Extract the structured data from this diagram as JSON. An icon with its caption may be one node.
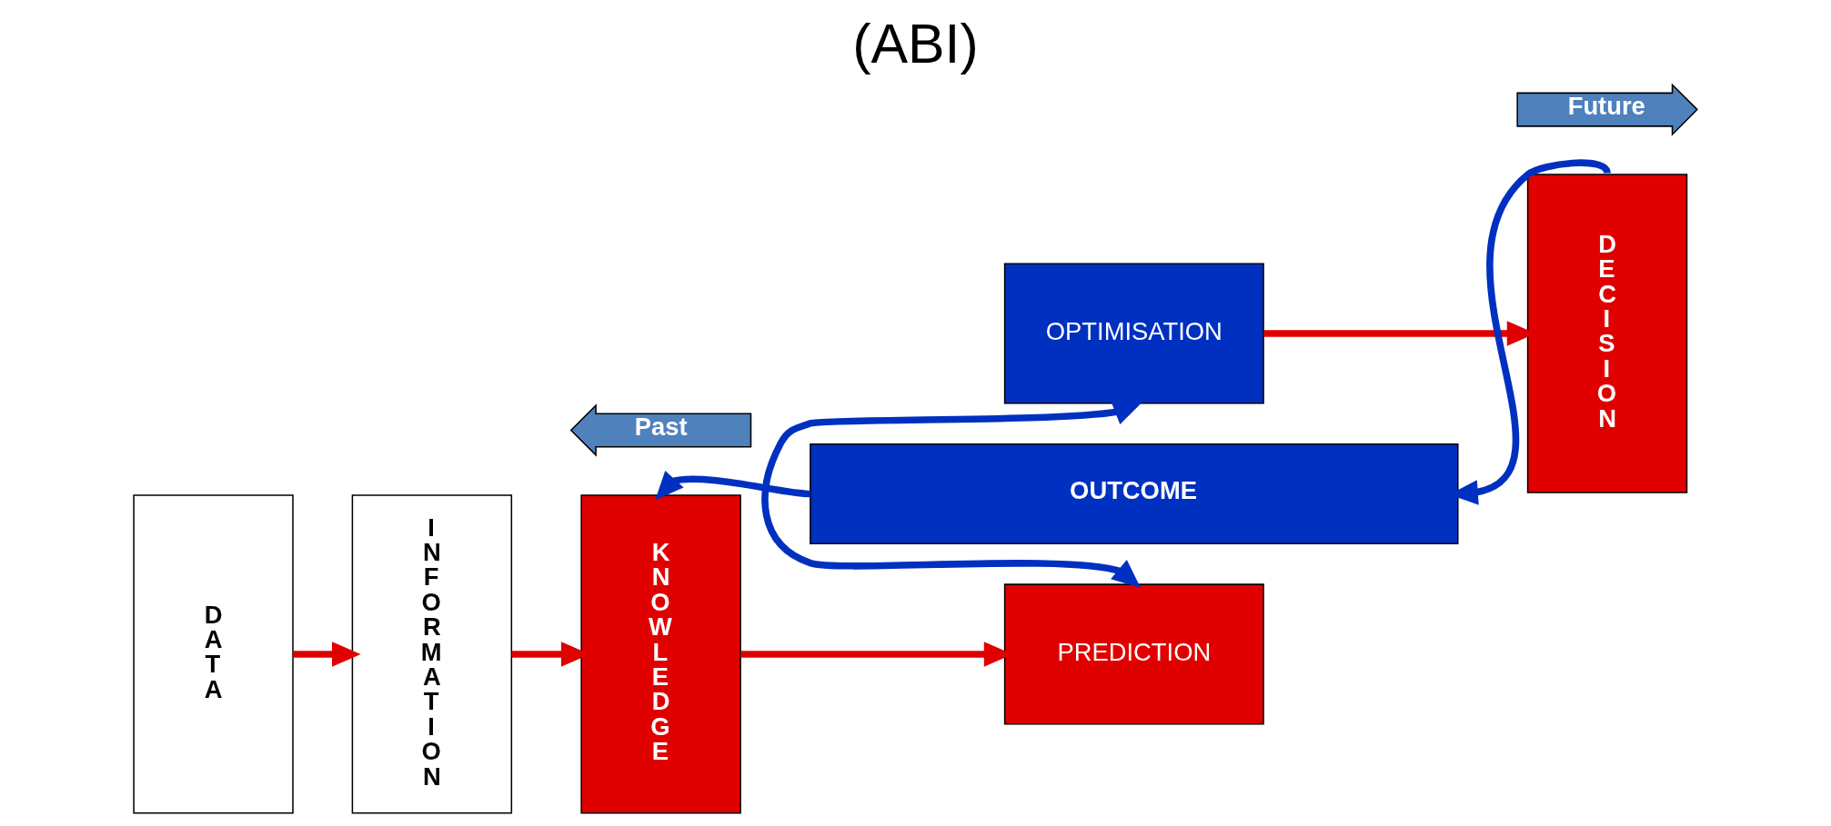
{
  "diagram": {
    "title": "(ABI)",
    "nodes": [
      {
        "text": [
          "DATA"
        ]
      },
      {
        "text": [
          "INFORMATION"
        ]
      },
      {
        "text": [
          "KNOWLEDGE"
        ]
      },
      {
        "text": [
          "OPTIMISATION"
        ]
      },
      {
        "text": [
          "PREDICTION"
        ]
      },
      {
        "text": [
          "DECISION"
        ]
      },
      {
        "text": [
          "OUTCOME"
        ]
      },
      {
        "text": [
          "Past"
        ]
      },
      {
        "text": [
          "Future"
        ]
      }
    ],
    "edges": [
      {
        "from": 0,
        "to": 1,
        "arrow": "to"
      },
      {
        "from": 1,
        "to": 2,
        "arrow": "to"
      },
      {
        "from": 2,
        "to": 4,
        "arrow": "to"
      },
      {
        "from": 3,
        "to": 4,
        "arrow": "both",
        "color": "#0030c0"
      },
      {
        "from": 3,
        "to": 5,
        "arrow": "to"
      },
      {
        "from": 5,
        "to": 6,
        "arrow": "to",
        "color": "#0030c0"
      },
      {
        "from": 6,
        "to": 2,
        "arrow": "to",
        "color": "#0030c0"
      }
    ]
  }
}
